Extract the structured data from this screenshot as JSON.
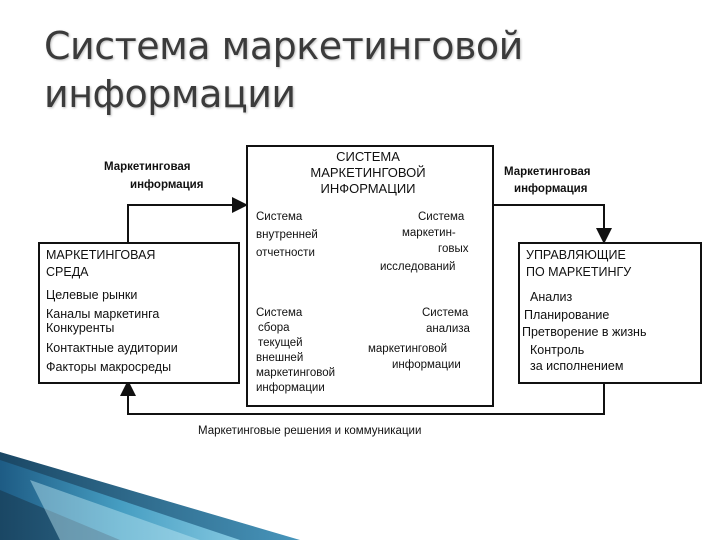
{
  "title": {
    "line1": "Система маркетинговой",
    "line2": "информации"
  },
  "flows": {
    "in_top_left_1": "Маркетинговая",
    "in_top_left_2": "информация",
    "out_top_right_1": "Маркетинговая",
    "out_top_right_2": "информация",
    "bottom": "Маркетинговые решения и коммуникации"
  },
  "center_box": {
    "heading": [
      "СИСТЕМА",
      "МАРКЕТИНГОВОЙ",
      "ИНФОРМАЦИИ"
    ],
    "internal_reporting": [
      "Система",
      "внутренней",
      "отчетности"
    ],
    "research": [
      "Система",
      "маркетин-",
      "говых",
      "исследований"
    ],
    "intelligence": [
      "Система",
      "сбора",
      "текущей",
      "внешней",
      "маркетинговой",
      "информации"
    ],
    "analysis": [
      "Система",
      "анализа",
      "маркетинговой",
      "информации"
    ]
  },
  "left_box": {
    "heading": [
      "МАРКЕТИНГОВАЯ",
      "СРЕДА"
    ],
    "items": [
      "Целевые рынки",
      "Каналы маркетинга",
      "Конкуренты",
      "Контактные аудитории",
      "Факторы макросреды"
    ]
  },
  "right_box": {
    "heading": [
      "УПРАВЛЯЮЩИЕ",
      "ПО МАРКЕТИНГУ"
    ],
    "items": [
      "Анализ",
      "Планирование",
      "Претворение в жизнь",
      "Контроль",
      "за исполнением"
    ]
  },
  "colors": {
    "title": "#3b3b3b",
    "line": "#111111",
    "deco_dark": "#1e5f8a",
    "deco_light": "#8fd3ea"
  }
}
